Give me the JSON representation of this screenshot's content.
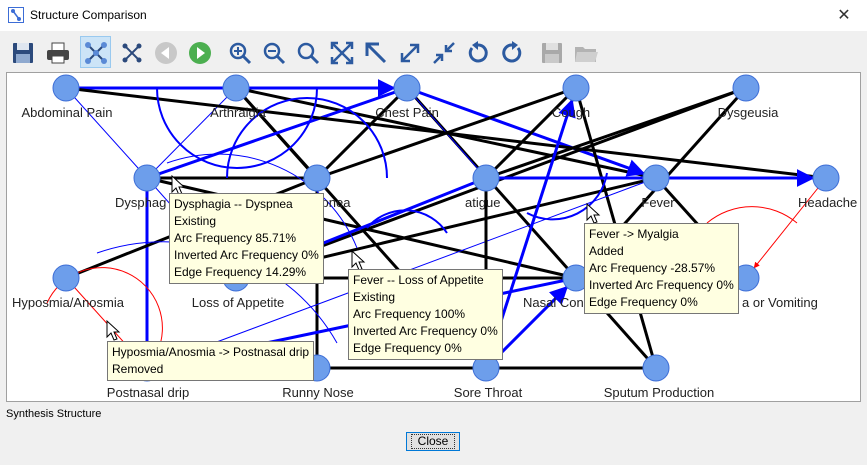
{
  "window": {
    "title": "Structure Comparison",
    "close_glyph": "✕"
  },
  "toolbar": {
    "buttons": [
      {
        "name": "save-icon"
      },
      {
        "name": "print-icon"
      },
      {
        "name": "layout-icon",
        "active": true
      },
      {
        "name": "fit-network-icon"
      },
      {
        "name": "back-icon"
      },
      {
        "name": "play-icon"
      },
      {
        "name": "zoom-in-icon"
      },
      {
        "name": "zoom-out-icon"
      },
      {
        "name": "zoom-fit-icon"
      },
      {
        "name": "expand-icon"
      },
      {
        "name": "arrow-top-left-icon"
      },
      {
        "name": "expand-diagonal-icon"
      },
      {
        "name": "shrink-diagonal-icon"
      },
      {
        "name": "rotate-left-icon"
      },
      {
        "name": "rotate-right-icon"
      },
      {
        "name": "save-disabled-icon"
      },
      {
        "name": "open-folder-icon"
      }
    ]
  },
  "nodes": [
    {
      "id": "abdominal_pain",
      "label": "Abdominal Pain"
    },
    {
      "id": "arthralgia",
      "label": "Arthralgia"
    },
    {
      "id": "chest_pain",
      "label": "Chest Pain"
    },
    {
      "id": "cough",
      "label": "Cough"
    },
    {
      "id": "dysgeusia",
      "label": "Dysgeusia"
    },
    {
      "id": "dysphagia",
      "label": "Dysphag"
    },
    {
      "id": "dyspnea",
      "label": "spnea"
    },
    {
      "id": "fatigue",
      "label": "atigue"
    },
    {
      "id": "fever",
      "label": "Fever"
    },
    {
      "id": "headache",
      "label": "Headache"
    },
    {
      "id": "hyposmia",
      "label": "Hyposmia/Anosmia"
    },
    {
      "id": "loss_appetite",
      "label": "Loss of Appetite"
    },
    {
      "id": "nasal_congestion",
      "label": "Nasal Cong"
    },
    {
      "id": "nausea",
      "label": "a or Vomiting"
    },
    {
      "id": "postnasal",
      "label": "Postnasal drip"
    },
    {
      "id": "runny_nose",
      "label": "Runny Nose"
    },
    {
      "id": "sore_throat",
      "label": "Sore Throat"
    },
    {
      "id": "sputum",
      "label": "Sputum Production"
    }
  ],
  "tooltips": [
    {
      "id": "tip_dysphagia",
      "lines": [
        "Dysphagia -- Dyspnea",
        "Existing",
        "Arc Frequency 85.71%",
        "Inverted Arc Frequency 0%",
        "Edge Frequency 14.29%"
      ]
    },
    {
      "id": "tip_fever_loss",
      "lines": [
        "Fever -- Loss of Appetite",
        "Existing",
        "Arc Frequency 100%",
        "Inverted Arc Frequency 0%",
        "Edge Frequency 0%"
      ]
    },
    {
      "id": "tip_fever_myalgia",
      "lines": [
        "Fever -> Myalgia",
        "Added",
        "Arc Frequency -28.57%",
        "Inverted Arc Frequency 0%",
        "Edge Frequency 0%"
      ]
    },
    {
      "id": "tip_hyposmia",
      "lines": [
        "Hyposmia/Anosmia -> Postnasal drip",
        "Removed"
      ]
    }
  ],
  "status": "Synthesis Structure",
  "close_button": "Close",
  "colors": {
    "node": "#6d9eeb",
    "node_stroke": "#3c6dd6",
    "existing": "#000000",
    "directed": "#0000ff",
    "removed": "#ff0000",
    "tooltip_bg": "#ffffe1"
  }
}
